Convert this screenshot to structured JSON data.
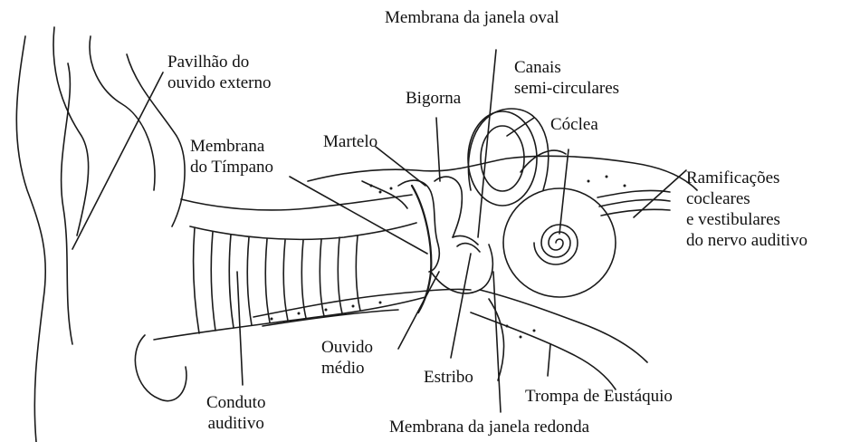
{
  "colors": {
    "ink": "#1a1a1a",
    "paper": "#ffffff"
  },
  "labels": {
    "janela_oval": "Membrana da janela oval",
    "pavilhao": [
      "Pavilhão do",
      "ouvido externo"
    ],
    "canais": [
      "Canais",
      "semi-circulares"
    ],
    "bigorna": "Bigorna",
    "coclea": "Cóclea",
    "timpano": [
      "Membrana",
      "do Tímpano"
    ],
    "martelo": "Martelo",
    "ramificacoes": [
      "Ramificações",
      "cocleares",
      "e vestibulares",
      "do nervo auditivo"
    ],
    "ouvido_medio": [
      "Ouvido",
      "médio"
    ],
    "estribo": "Estribo",
    "trompa": "Trompa de Eustáquio",
    "conduto": [
      "Conduto",
      "auditivo"
    ],
    "janela_redonda": "Membrana da janela redonda"
  }
}
